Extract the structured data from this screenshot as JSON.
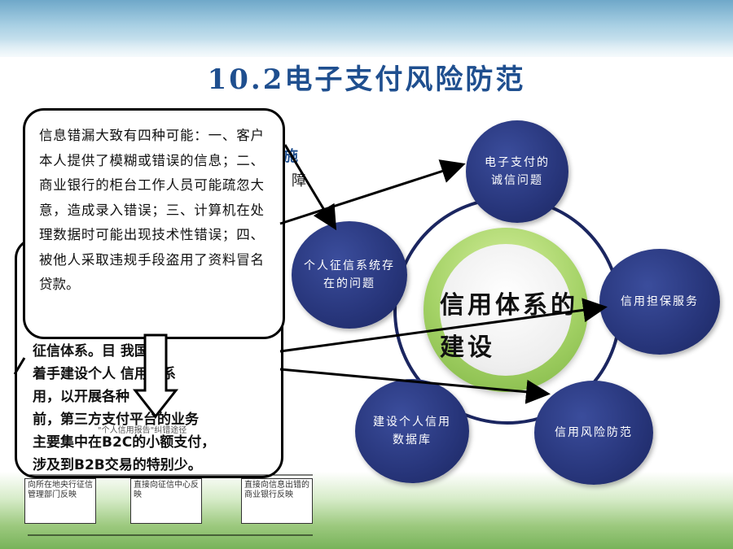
{
  "slide": {
    "title": "10.2电子支付风险防范",
    "fragment_heading": "施",
    "fragment_line": "障",
    "callout_front_text": "信息错漏大致有四种可能：一、客户本人提供了模糊或错误的信息；二、商业银行的柜台工作人员可能疏忽大意，造成录入错误；三、计算机在处理数据时可能出现技术性错误；四、被他人采取违规手段盗用了资料冒名贷款。",
    "callout_back_lines": [
      "征信体系。目 我国也",
      "着手建设个人 信用体系",
      "用，以开展各种",
      "前，第三方支付平台的业务",
      "主要集中在B2C的小额支付，",
      "涉及到B2B交易的特别少。"
    ],
    "small_note": "\"个人信用报告\"纠错途径",
    "boxes": [
      "向所在地央行征信管理部门反映",
      "直接向征信中心反映",
      "直接向信息出错的商业银行反映"
    ]
  },
  "diagram": {
    "center": "信用体系的建设",
    "nodes": {
      "top": "电子支付的诚信问题",
      "left": "个人征信系统存在的问题",
      "right": "信用担保服务",
      "bottom_left": "建设个人信用数据库",
      "bottom_right": "信用风险防范"
    },
    "colors": {
      "node": "#27357a",
      "ring": "#1b2660",
      "center_ring": "#a4d266",
      "title": "#1f4f8f"
    }
  }
}
